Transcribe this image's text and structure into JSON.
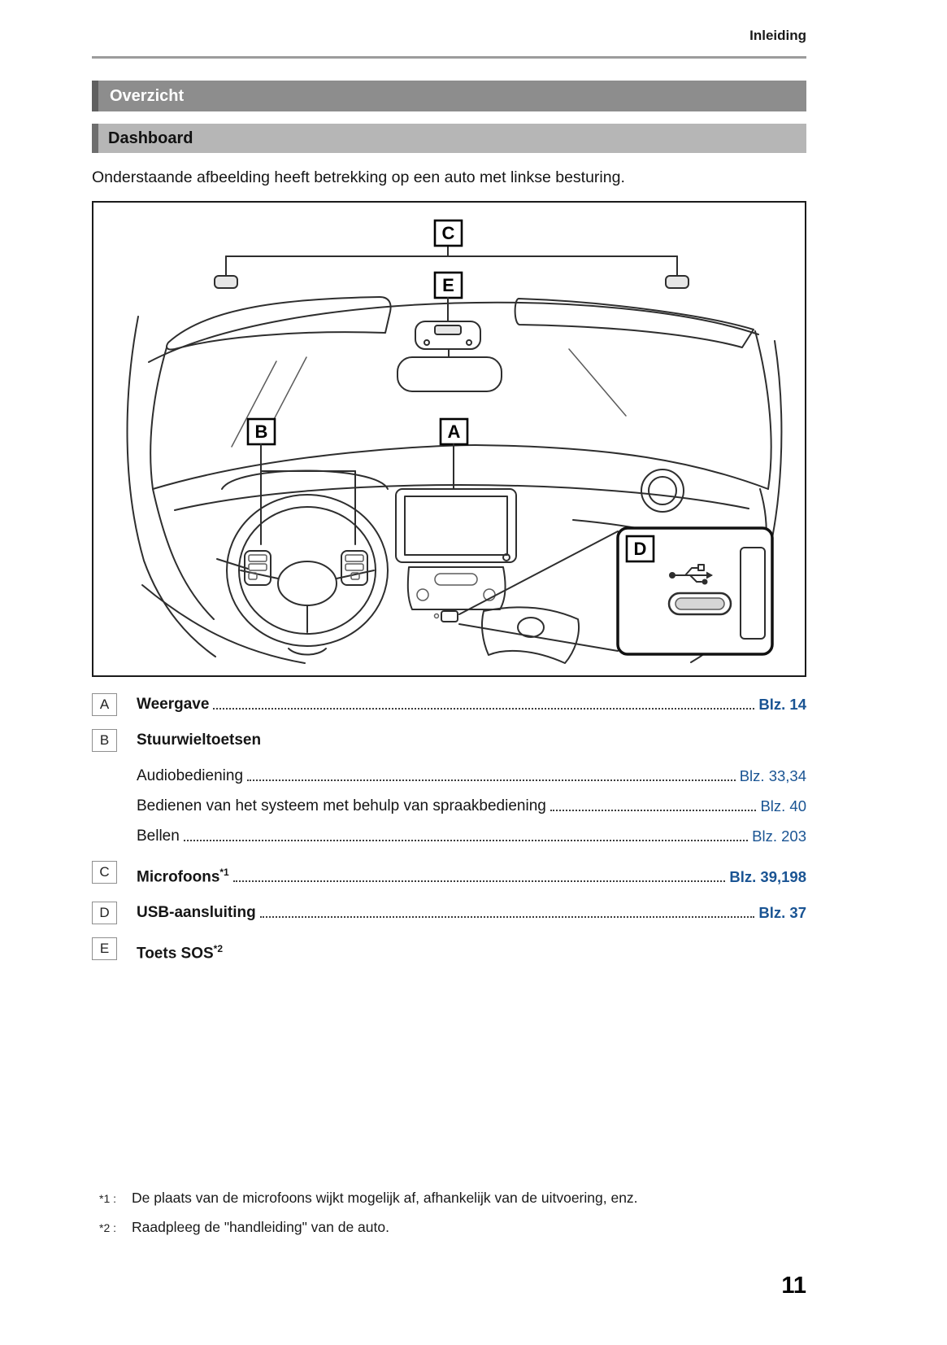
{
  "header": {
    "title": "Inleiding"
  },
  "sections": {
    "overview_title": "Overzicht",
    "subsection_title": "Dashboard"
  },
  "intro_text": "Onderstaande afbeelding heeft betrekking op een auto met linkse besturing.",
  "figure": {
    "callouts": [
      "A",
      "B",
      "C",
      "D",
      "E"
    ]
  },
  "legend": {
    "a": {
      "key": "A",
      "label": "Weergave",
      "ref": "Blz. 14"
    },
    "b": {
      "key": "B",
      "label": "Stuurwieltoetsen",
      "sub": [
        {
          "label": "Audiobediening",
          "ref": "Blz. 33,34"
        },
        {
          "label": "Bedienen van het systeem met behulp van spraakbediening",
          "ref": "Blz. 40"
        },
        {
          "label": "Bellen",
          "ref": "Blz. 203"
        }
      ]
    },
    "c": {
      "key": "C",
      "label": "Microfoons",
      "sup": "*1",
      "ref": "Blz. 39,198"
    },
    "d": {
      "key": "D",
      "label": "USB-aansluiting",
      "ref": "Blz. 37"
    },
    "e": {
      "key": "E",
      "label": "Toets SOS",
      "sup": "*2"
    }
  },
  "footnotes": [
    {
      "marker": "*1 :",
      "text": "De plaats van de microfoons wijkt mogelijk af, afhankelijk van de uitvoering, enz."
    },
    {
      "marker": "*2 :",
      "text": "Raadpleeg de \"handleiding\" van de auto."
    }
  ],
  "page_number": "11",
  "colors": {
    "reference_blue": "#1a5493",
    "section_bar_gray": "#8d8d8d",
    "subsection_bar_gray": "#b6b6b6"
  }
}
